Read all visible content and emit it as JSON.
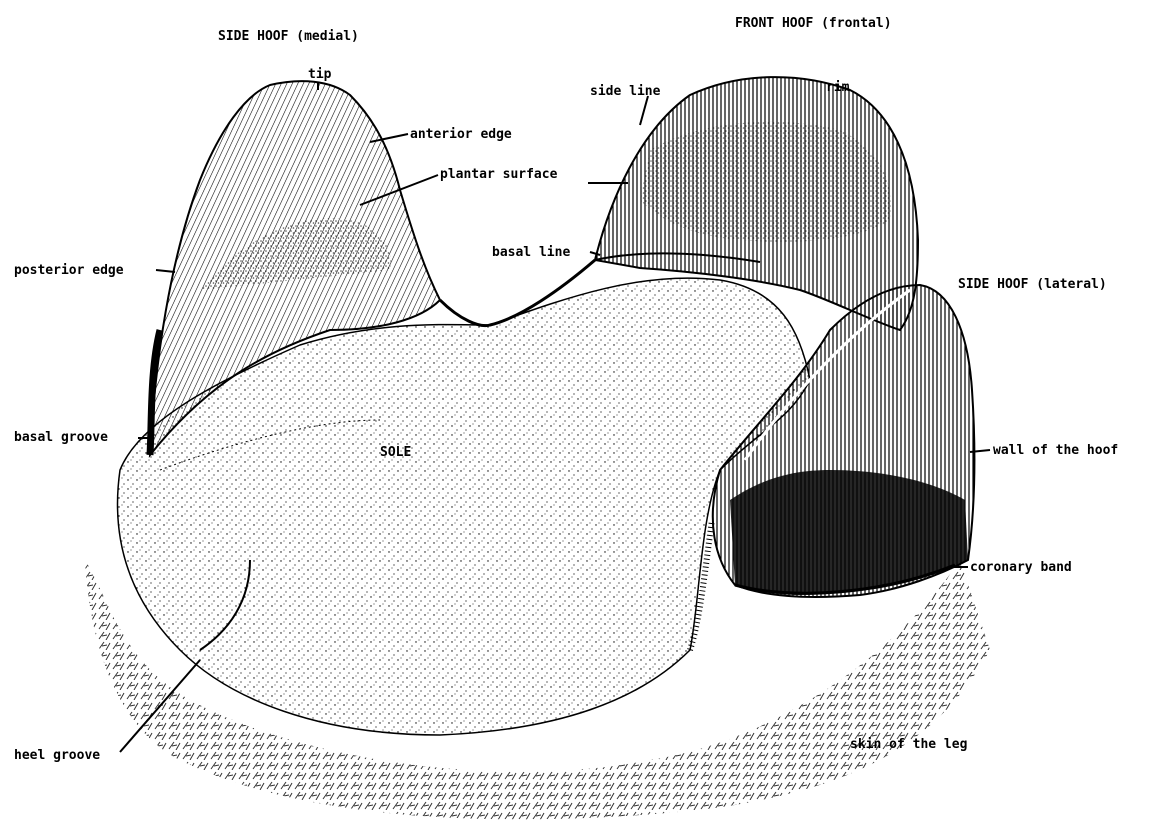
{
  "headings": {
    "side_medial": "SIDE HOOF (medial)",
    "front": "FRONT HOOF (frontal)",
    "side_lateral": "SIDE HOOF (lateral)"
  },
  "labels": {
    "tip": "tip",
    "anterior_edge": "anterior edge",
    "plantar_surface": "plantar surface",
    "posterior_edge": "posterior edge",
    "basal_groove": "basal groove",
    "side_line": "side line",
    "rim": "rim",
    "basal_line": "basal line",
    "wall_of_the_hoof": "wall of the hoof",
    "coronary_band": "coronary band",
    "heel_groove": "heel groove",
    "skin_of_the_leg": "skin of the leg",
    "sole": "SOLE"
  },
  "colors": {
    "ink": "#000000",
    "paper": "#ffffff"
  }
}
